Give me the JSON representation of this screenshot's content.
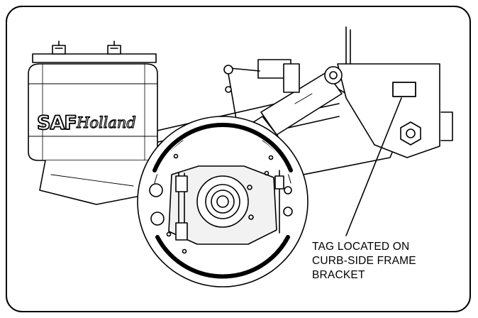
{
  "diagram": {
    "brand_logo": "SAF Holland",
    "callout_lines": [
      "TAG LOCATED ON",
      "CURB-SIDE FRAME",
      "BRACKET"
    ],
    "colors": {
      "line": "#000000",
      "background": "#ffffff",
      "housing_shade": "#f2f2f2"
    }
  }
}
